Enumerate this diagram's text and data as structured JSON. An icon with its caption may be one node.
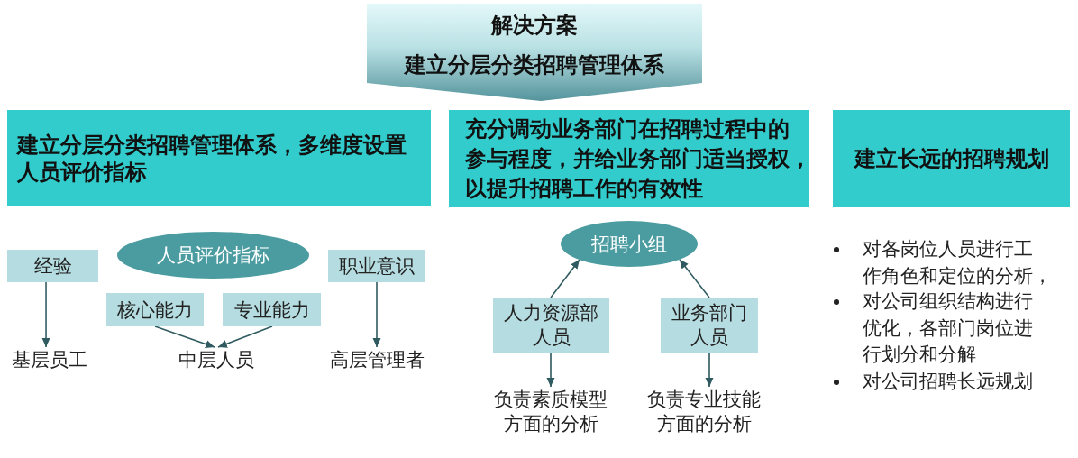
{
  "diagram": {
    "nodes": [
      {
        "text": [
          "解决方案",
          "建立分层分类招聘管理体系"
        ]
      },
      {
        "text": [
          "建立分层分类招聘管理体系，多维度设置人员评价指标"
        ]
      },
      {
        "text": [
          "充分调动业务部门在招聘过程中的参与程度，并给业务部门适当授权，以提升招聘工作的有效性"
        ]
      },
      {
        "text": [
          "建立长远的招聘规划"
        ]
      },
      {
        "text": [
          "经验"
        ]
      },
      {
        "text": [
          "人员评价指标"
        ]
      },
      {
        "text": [
          "职业意识"
        ]
      },
      {
        "text": [
          "核心能力"
        ]
      },
      {
        "text": [
          "专业能力"
        ]
      },
      {
        "text": [
          "基层员工"
        ]
      },
      {
        "text": [
          "中层人员"
        ]
      },
      {
        "text": [
          "高层管理者"
        ]
      },
      {
        "text": [
          "招聘小组"
        ]
      },
      {
        "text": [
          "人力资源部人员"
        ]
      },
      {
        "text": [
          "业务部门人员"
        ]
      },
      {
        "text": [
          "负责素质模型方面的分析"
        ]
      },
      {
        "text": [
          "负责专业技能方面的分析"
        ]
      }
    ],
    "edges": [
      {
        "from": 4,
        "to": 9,
        "arrow": "to"
      },
      {
        "from": 7,
        "to": 10,
        "arrow": "to"
      },
      {
        "from": 8,
        "to": 10,
        "arrow": "to"
      },
      {
        "from": 6,
        "to": 11,
        "arrow": "to"
      },
      {
        "from": 13,
        "to": 12,
        "arrow": "to"
      },
      {
        "from": 14,
        "to": 12,
        "arrow": "to"
      },
      {
        "from": 13,
        "to": 15,
        "arrow": "to"
      },
      {
        "from": 14,
        "to": 16,
        "arrow": "to"
      }
    ],
    "labels": [
      "对各岗位人员进行工作角色和定位的分析，",
      "对公司组织结构进行优化，各部门岗位进行划分和分解",
      "对公司招聘长远规划"
    ]
  }
}
